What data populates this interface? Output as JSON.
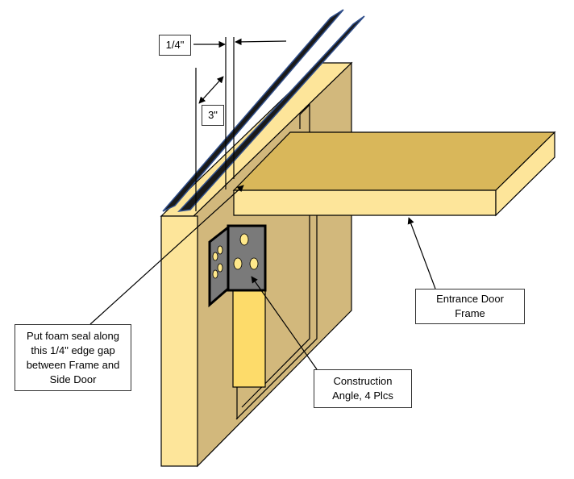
{
  "diagram": {
    "dimension_gap": "1/4\"",
    "dimension_depth": "3\"",
    "callout_foam": "Put foam seal along\nthis 1/4\" edge gap\nbetween Frame and\nSide Door",
    "callout_angle": "Construction\nAngle, 4 Plcs",
    "callout_door_frame": "Entrance Door\nFrame"
  },
  "colors": {
    "wood_light": "#FDE59A",
    "wood_tan": "#D2B87C",
    "wood_gold": "#D9B75A",
    "panel_dark": "#1A1A1A",
    "panel_edge": "#2F4E8A",
    "angle_gray": "#7A7A7A",
    "hole_yellow": "#FFE88A"
  }
}
